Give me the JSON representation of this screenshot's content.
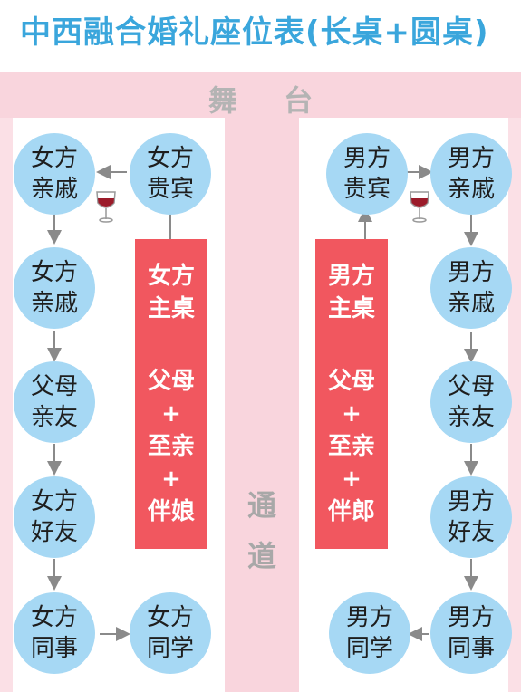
{
  "title": "中西融合婚礼座位表(长桌+圆桌)",
  "stage": {
    "label": "舞台"
  },
  "aisle": {
    "line1": "通",
    "line2": "道"
  },
  "bride_side": {
    "vip": [
      "女方",
      "贵宾"
    ],
    "column": [
      [
        "女方",
        "亲戚"
      ],
      [
        "女方",
        "亲戚"
      ],
      [
        "父母",
        "亲友"
      ],
      [
        "女方",
        "好友"
      ],
      [
        "女方",
        "同事"
      ]
    ],
    "classmates": [
      "女方",
      "同学"
    ],
    "main_table": {
      "title": [
        "女方",
        "主桌"
      ],
      "members": [
        "父母",
        "+",
        "至亲",
        "+",
        "伴娘"
      ]
    }
  },
  "groom_side": {
    "vip": [
      "男方",
      "贵宾"
    ],
    "column": [
      [
        "男方",
        "亲戚"
      ],
      [
        "男方",
        "亲戚"
      ],
      [
        "父母",
        "亲友"
      ],
      [
        "男方",
        "好友"
      ],
      [
        "男方",
        "同事"
      ]
    ],
    "classmates": [
      "男方",
      "同学"
    ],
    "main_table": {
      "title": [
        "男方",
        "主桌"
      ],
      "members": [
        "父母",
        "+",
        "至亲",
        "+",
        "伴郎"
      ]
    }
  },
  "colors": {
    "title": "#3aa6dc",
    "pink_band": "#f9d5dd",
    "round_table": "#a6d8f4",
    "main_table": "#f1575f",
    "arrow": "#8a8a8a"
  }
}
